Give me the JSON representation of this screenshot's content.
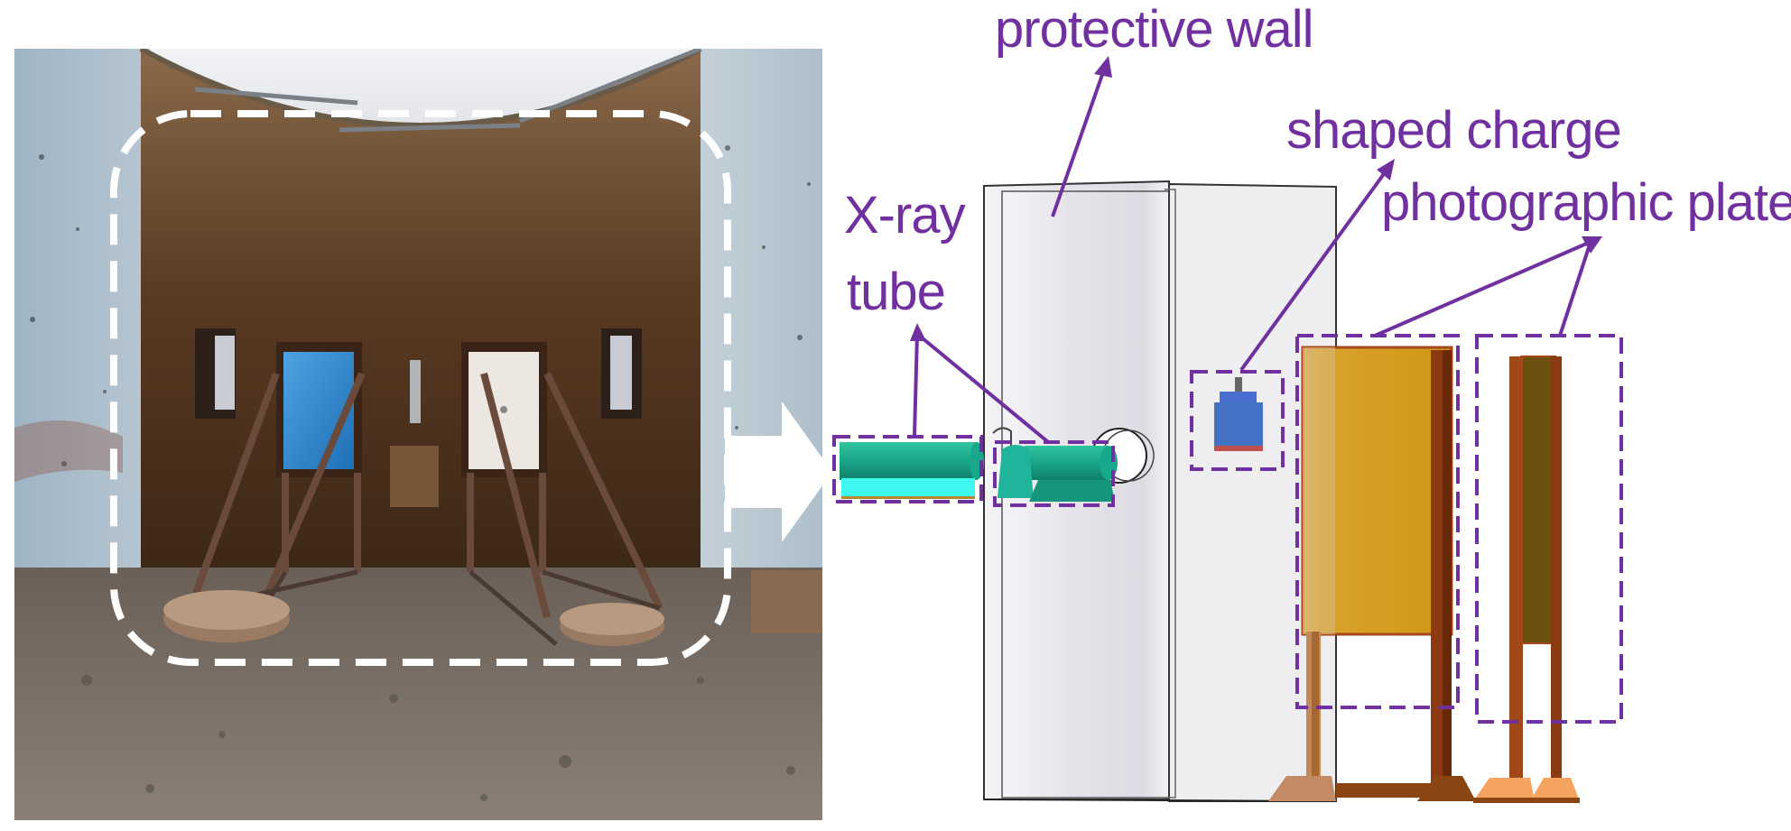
{
  "labels": {
    "protective_wall": "protective wall",
    "shaped_charge": "shaped charge",
    "photographic_plate": "photographic plate",
    "xray_line1": "X-ray",
    "xray_line2": "tube"
  },
  "colors": {
    "label_purple": "#7030a0",
    "dashed_box": "#7030a0",
    "photo_highlight": "#ffffff",
    "xray_tube": "#1ab394",
    "shaped_charge": "#4472c4",
    "plate_front": "#d4a017",
    "plate_rear": "#6b5010",
    "stand_brown": "#8b4513",
    "stand_orange": "#f4a460"
  },
  "icons": {
    "arrow": "right-arrow-icon"
  }
}
